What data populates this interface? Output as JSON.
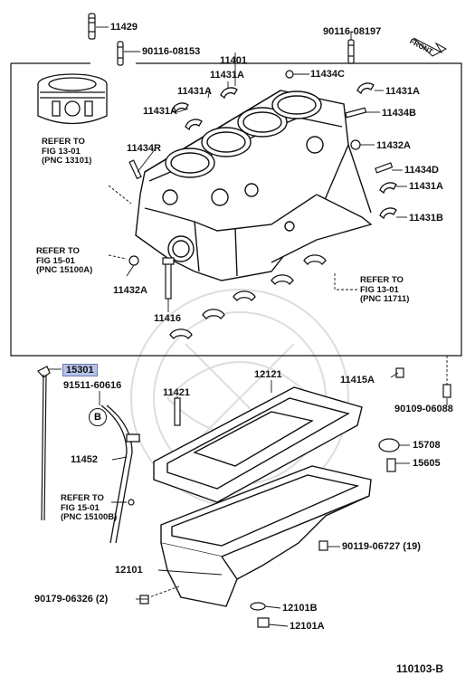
{
  "diagram": {
    "figure_code": "110103-B",
    "front_label": "FRONT",
    "section_marker": "B",
    "labels": {
      "p11429": "11429",
      "p90116_08153": "90116-08153",
      "p90116_08197": "90116-08197",
      "p11401": "11401",
      "p11434c": "11434C",
      "p11431a_1": "11431A",
      "p11431a_2": "11431A",
      "p11431a_3": "11431A",
      "p11431a_4": "11431A",
      "p11431a_5": "11431A",
      "p11434b": "11434B",
      "p11432a_1": "11432A",
      "p11432a_2": "11432A",
      "p11434r": "11434R",
      "p11434d": "11434D",
      "p11431b": "11431B",
      "p11416": "11416",
      "p11415a": "11415A",
      "p90109_06088": "90109-06088",
      "p15301": "15301",
      "p91511_60616": "91511-60616",
      "p11421": "11421",
      "p12121": "12121",
      "p11452": "11452",
      "p15708": "15708",
      "p15605": "15605",
      "p90119_06727": "90119-06727 (19)",
      "p12101": "12101",
      "p90179_06326": "90179-06326 (2)",
      "p12101b": "12101B",
      "p12101a": "12101A"
    },
    "refs": {
      "piston": "REFER TO\nFIG 13-01\n(PNC 13101)",
      "fig15_top": "REFER TO\nFIG 15-01\n(PNC 15100A)",
      "fig13_right": "REFER TO\nFIG 13-01\n(PNC 11711)",
      "fig15_bottom": "REFER TO\nFIG 15-01\n(PNC 15100B)"
    },
    "colors": {
      "line": "#111111",
      "highlight": "#b7c2e8",
      "watermark": "#d9d9d9"
    }
  }
}
